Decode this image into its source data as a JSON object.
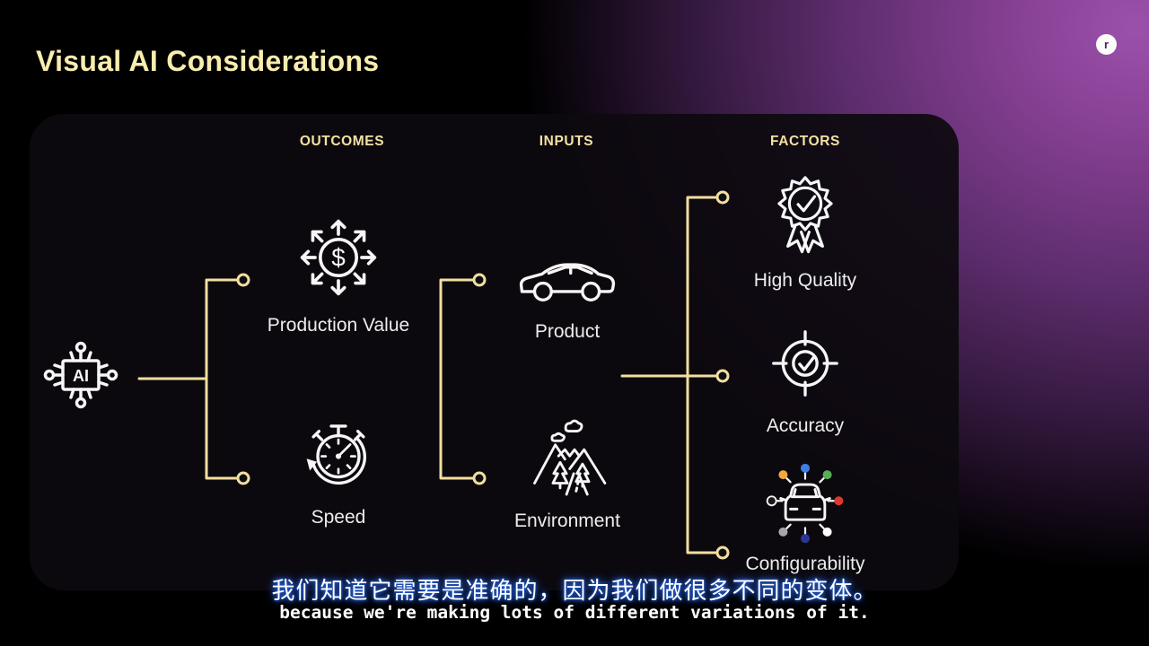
{
  "page": {
    "title": "Visual AI Considerations"
  },
  "logo": {
    "glyph": "r"
  },
  "diagram": {
    "root": {
      "label": "AI",
      "icon": "ai-chip-icon"
    },
    "columns": [
      {
        "header": "OUTCOMES",
        "items": [
          {
            "label": "Production Value",
            "icon": "money-expand-icon",
            "glyph": "$"
          },
          {
            "label": "Speed",
            "icon": "stopwatch-icon"
          }
        ]
      },
      {
        "header": "INPUTS",
        "items": [
          {
            "label": "Product",
            "icon": "car-side-icon"
          },
          {
            "label": "Environment",
            "icon": "mountain-road-icon"
          }
        ]
      },
      {
        "header": "FACTORS",
        "items": [
          {
            "label": "High Quality",
            "icon": "award-ribbon-icon"
          },
          {
            "label": "Accuracy",
            "icon": "target-check-icon"
          },
          {
            "label": "Configurability",
            "icon": "car-options-icon",
            "dot_colors": [
              "#3f7ee3",
              "#55b054",
              "#e23730",
              "#ffffff",
              "#2c3794",
              "#a7a7a7",
              "#1a1a1a",
              "#f2a93b"
            ]
          }
        ]
      }
    ]
  },
  "subtitles": {
    "chinese": "我们知道它需要是准确的，因为我们做很多不同的变体。",
    "english": "because we're making lots of different variations of it."
  },
  "colors": {
    "title_yellow": "#f8ecae",
    "header_gold": "#f2e2a2",
    "connector_gold": "#f2dfa0",
    "label_white": "#ededed",
    "background_purple": "#8b4397",
    "subtitle_glow_blue": "#2a66e0"
  }
}
